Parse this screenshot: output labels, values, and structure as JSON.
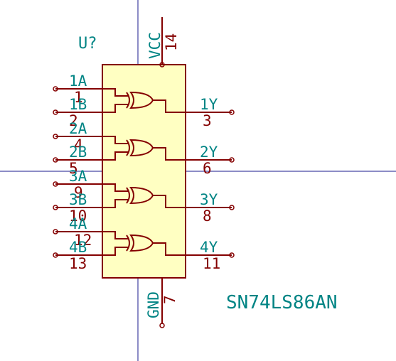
{
  "component": {
    "reference": "U?",
    "value": "SN74LS86AN",
    "body_fill": "#ffffc2",
    "line_color": "#840000",
    "text_color": "#008484"
  },
  "power_pins": {
    "vcc": {
      "name": "VCC",
      "number": "14"
    },
    "gnd": {
      "name": "GND",
      "number": "7"
    }
  },
  "gates": [
    {
      "in_a": {
        "name": "1A",
        "number": "1"
      },
      "in_b": {
        "name": "1B",
        "number": "2"
      },
      "out": {
        "name": "1Y",
        "number": "3"
      }
    },
    {
      "in_a": {
        "name": "2A",
        "number": "4"
      },
      "in_b": {
        "name": "2B",
        "number": "5"
      },
      "out": {
        "name": "2Y",
        "number": "6"
      }
    },
    {
      "in_a": {
        "name": "3A",
        "number": "9"
      },
      "in_b": {
        "name": "3B",
        "number": "10"
      },
      "out": {
        "name": "3Y",
        "number": "8"
      }
    },
    {
      "in_a": {
        "name": "4A",
        "number": "12"
      },
      "in_b": {
        "name": "4B",
        "number": "13"
      },
      "out": {
        "name": "4Y",
        "number": "11"
      }
    }
  ]
}
